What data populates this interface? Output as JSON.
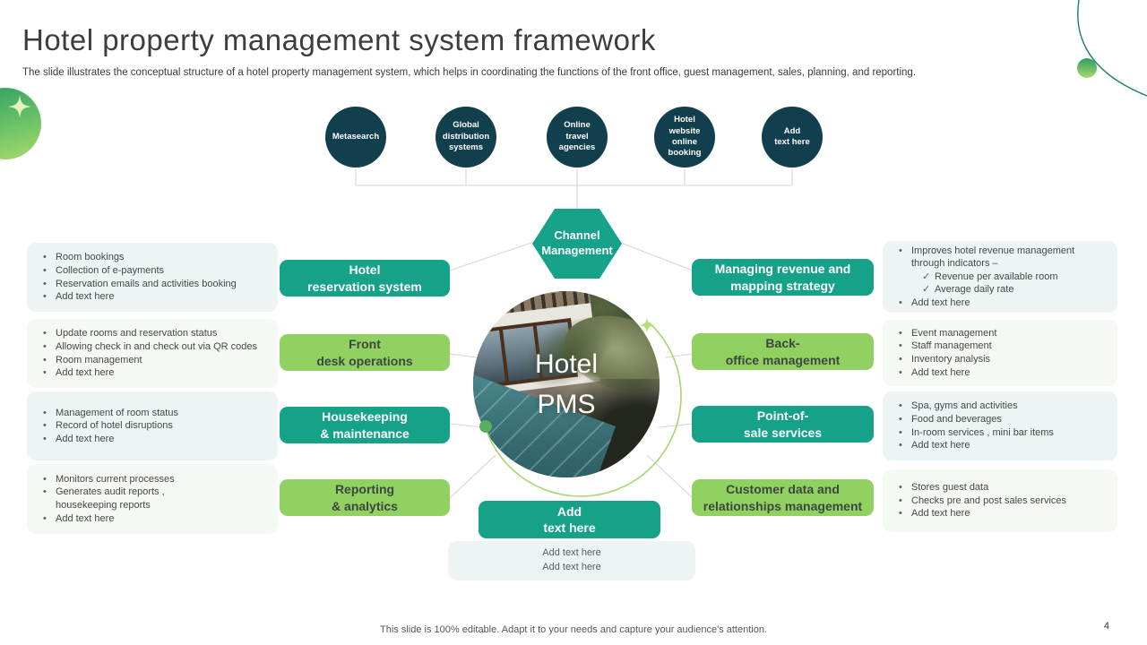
{
  "slide": {
    "title": "Hotel property management system framework",
    "subtitle": "The slide illustrates the conceptual structure of a hotel property management system, which helps in coordinating the functions of the front office, guest management, sales, planning, and reporting.",
    "footer": "This slide is 100% editable. Adapt it to your needs and capture your audience's attention.",
    "page_number": "4"
  },
  "icons": {
    "bullet": "•",
    "check": "✓"
  },
  "colors": {
    "teal": "#16A189",
    "light_green": "#90D161",
    "dark_circle": "#123F4D",
    "panel_teal_tint": "#EDF4F3",
    "panel_green_tint": "#F4F9F3",
    "connector_gray": "#D6D6D6",
    "arc_green": "#A6D76E"
  },
  "top_channels": [
    {
      "label": "Metasearch"
    },
    {
      "label": "Global\ndistribution\nsystems"
    },
    {
      "label": "Online\ntravel\nagencies"
    },
    {
      "label": "Hotel\nwebsite\nonline\nbooking"
    },
    {
      "label": "Add\ntext here"
    }
  ],
  "hexagon": {
    "label": "Channel\nManagement"
  },
  "center": {
    "label": "Hotel\nPMS"
  },
  "left_sections": [
    {
      "label": "Hotel\nreservation system",
      "bullets": [
        "Room bookings",
        "Collection of e-payments",
        "Reservation emails and activities booking",
        "Add text here"
      ]
    },
    {
      "label": "Front\ndesk operations",
      "bullets": [
        "Update rooms and reservation status",
        "Allowing check in and check out via QR codes",
        "Room management",
        "Add text here"
      ]
    },
    {
      "label": "Housekeeping\n& maintenance",
      "bullets": [
        "Management of room status",
        "Record of hotel disruptions",
        "Add text here"
      ]
    },
    {
      "label": "Reporting\n& analytics",
      "bullets": [
        "Monitors current processes",
        "Generates audit reports ,\nhousekeeping reports",
        "Add text here"
      ]
    }
  ],
  "right_sections": [
    {
      "label": "Managing revenue and\nmapping strategy",
      "bullets": [
        "Improves hotel revenue management through indicators –",
        "Revenue per available room",
        "Average daily rate",
        "Add text here"
      ]
    },
    {
      "label": "Back-\noffice management",
      "bullets": [
        "Event management",
        "Staff management",
        "Inventory analysis",
        "Add text here"
      ]
    },
    {
      "label": "Point-of-\nsale services",
      "bullets": [
        "Spa, gyms and activities",
        "Food and beverages",
        "In-room services , mini bar items",
        "Add text here"
      ]
    },
    {
      "label": "Customer data and\nrelationships management",
      "bullets": [
        "Stores guest data",
        "Checks pre and post sales services",
        "Add text here"
      ]
    }
  ],
  "bottom": {
    "label": "Add\ntext here",
    "panel_lines": [
      "Add text here",
      "Add text here"
    ]
  }
}
